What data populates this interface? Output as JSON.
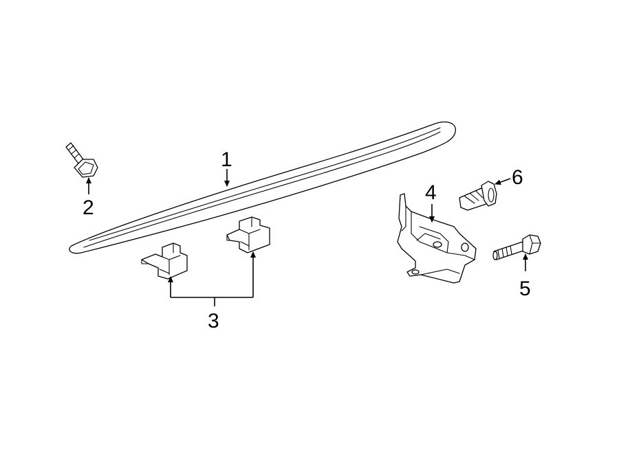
{
  "callouts": {
    "part_1": "1",
    "part_2": "2",
    "part_3": "3",
    "part_4": "4",
    "part_5": "5",
    "part_6": "6"
  },
  "colors": {
    "line": "#000000",
    "background": "#ffffff"
  }
}
